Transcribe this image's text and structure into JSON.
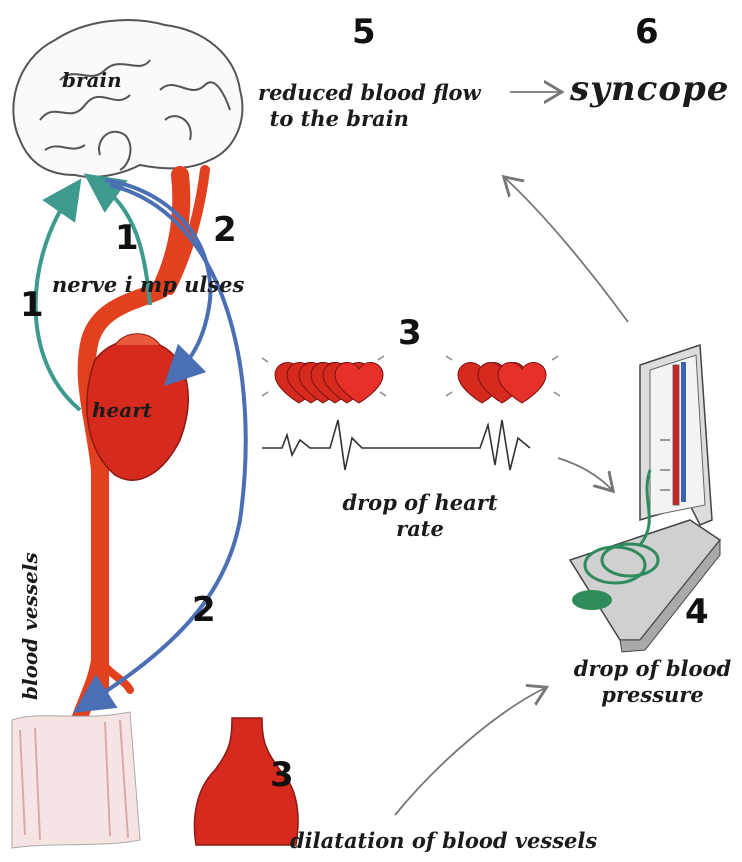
{
  "labels": {
    "brain": "brain",
    "heart": "heart",
    "nerve_impulses": "nerve i mp ulses",
    "blood_vessels": "blood vessels",
    "reduced_flow_line1": "reduced blood flow",
    "reduced_flow_line2": "to the brain",
    "syncope": "syncope",
    "heart_rate_line1": "drop of heart",
    "heart_rate_line2": "rate",
    "pressure_line1": "drop of blood",
    "pressure_line2": "pressure",
    "dilatation": "dilatation of blood vessels"
  },
  "numbers": {
    "n5": "5",
    "n6": "6",
    "n1_left": "1",
    "n1_center": "1",
    "n2_top": "2",
    "n2_bottom": "2",
    "n3_hearts": "3",
    "n3_vessel": "3",
    "n4": "4"
  },
  "colors": {
    "artery": "#e2401f",
    "heart": "#d62a1e",
    "nerve_teal": "#3f9a8e",
    "nerve_blue": "#4a6fb5",
    "sketch": "#555555",
    "device_green": "#2f8a5c"
  },
  "icons": [
    "brain-sketch",
    "heart-organ",
    "heart-icons-fast",
    "heart-icons-slow",
    "ecg-trace",
    "sphygmomanometer",
    "dilated-vessel"
  ]
}
